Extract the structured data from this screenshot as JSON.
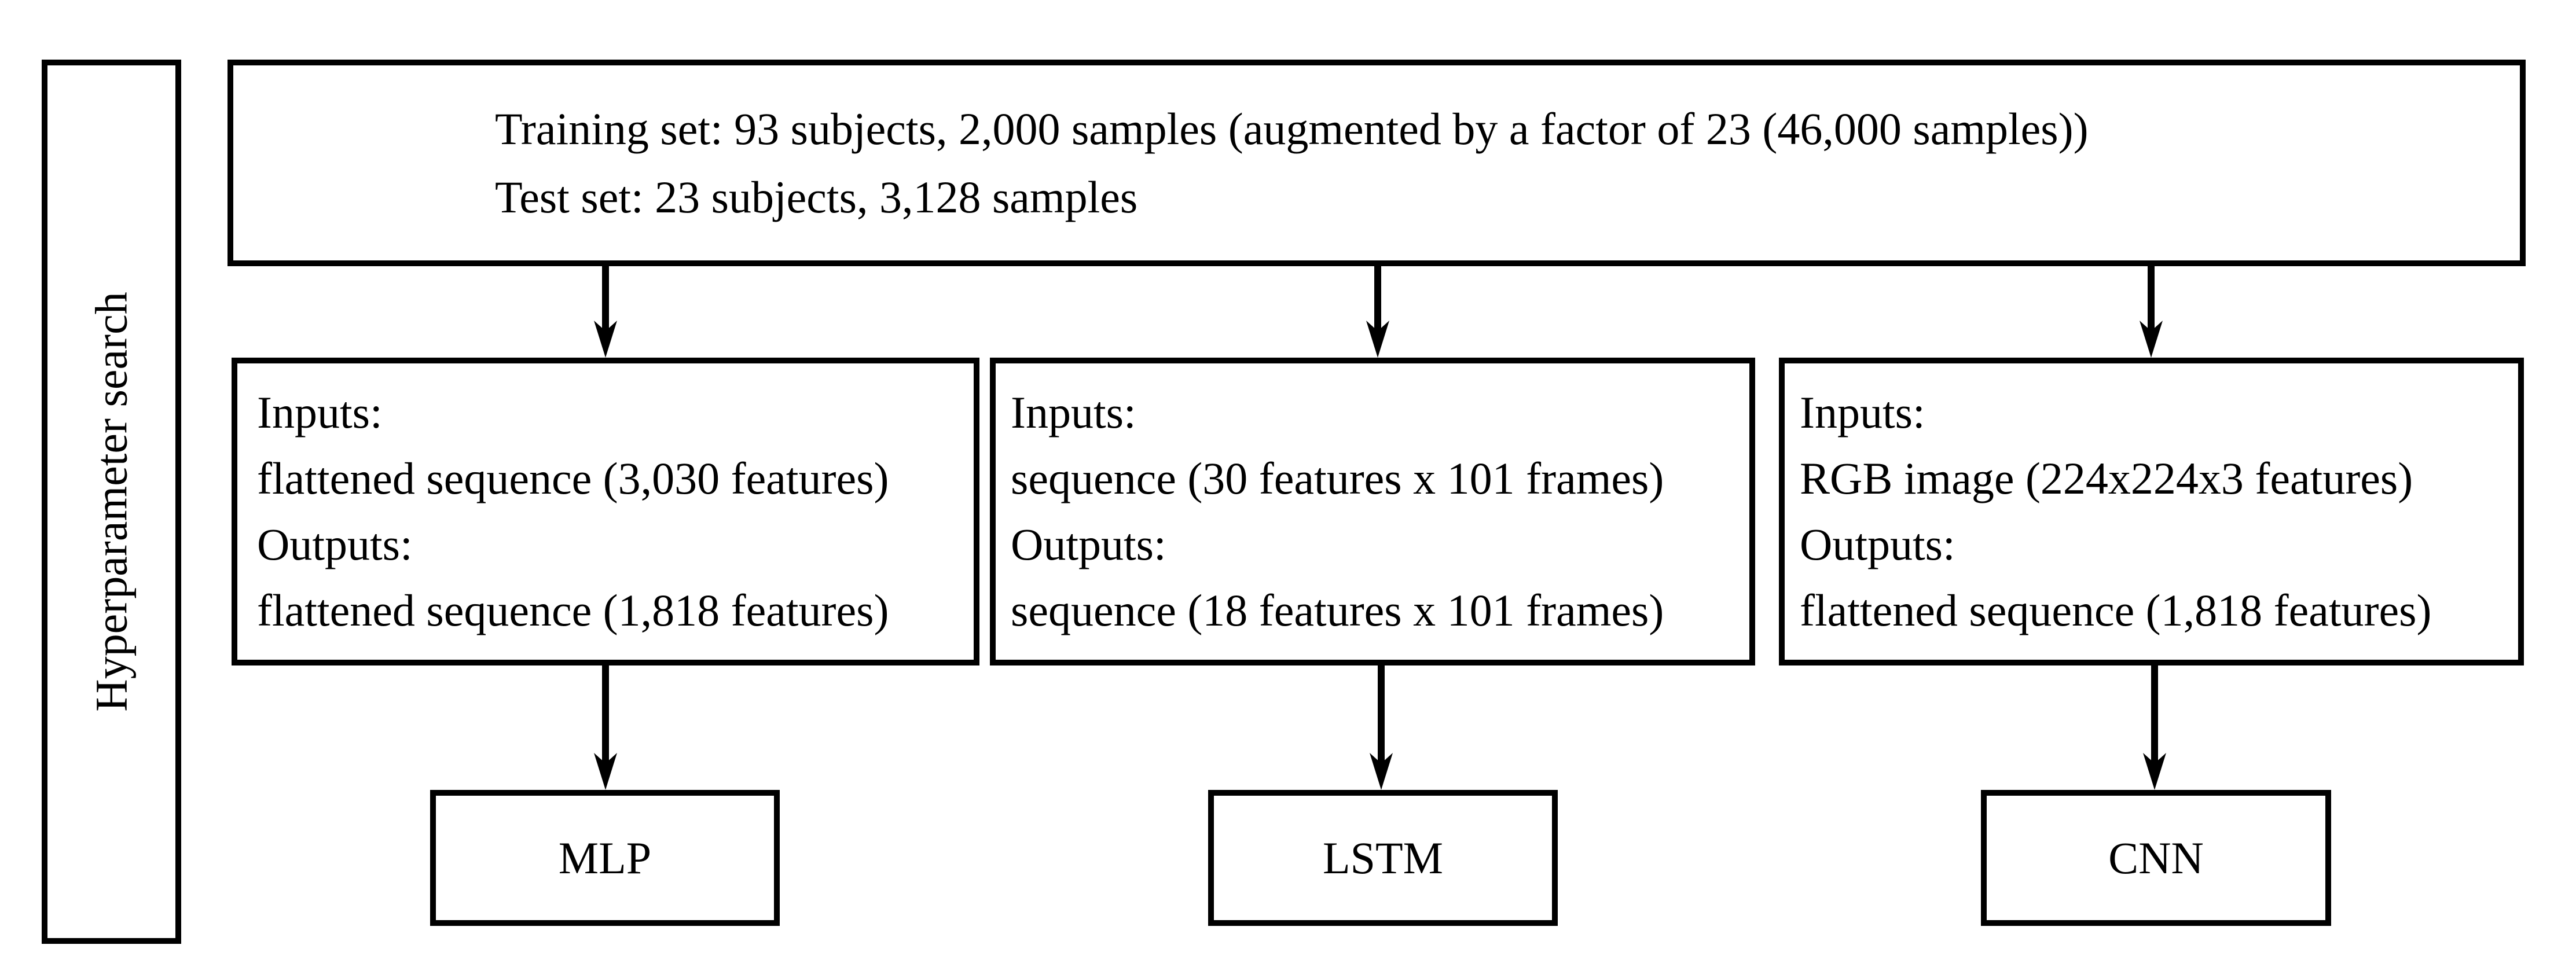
{
  "figure": {
    "colors": {
      "ink": "#000000",
      "background": "#ffffff"
    },
    "sidebar": {
      "label": "Hyperparameter search"
    },
    "dataset_box": {
      "lines": [
        "Training set: 93 subjects, 2,000 samples (augmented by a factor of 23 (46,000 samples))",
        "Test set: 23 subjects, 3,128 samples"
      ]
    },
    "branches": [
      {
        "model": "MLP",
        "io_lines": [
          "Inputs:",
          "flattened sequence (3,030 features)",
          "Outputs:",
          "flattened sequence (1,818 features)"
        ]
      },
      {
        "model": "LSTM",
        "io_lines": [
          "Inputs:",
          "sequence (30 features x 101 frames)",
          "Outputs:",
          "sequence (18 features x 101 frames)"
        ]
      },
      {
        "model": "CNN",
        "io_lines": [
          "Inputs:",
          "RGB image (224x224x3 features)",
          "Outputs:",
          "flattened sequence (1,818 features)"
        ]
      }
    ]
  }
}
